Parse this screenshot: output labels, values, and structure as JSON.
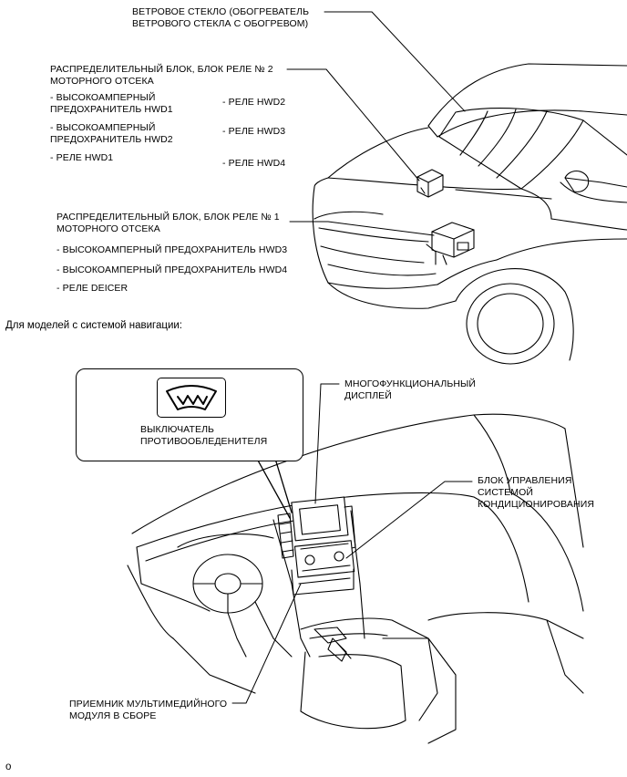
{
  "top": {
    "windshield": {
      "line1": "ВЕТРОВОЕ СТЕКЛО (ОБОГРЕВАТЕЛЬ",
      "line2": "ВЕТРОВОГО СТЕКЛА С ОБОГРЕВОМ)"
    },
    "block2": {
      "title1": "РАСПРЕДЕЛИТЕЛЬНЫЙ БЛОК, БЛОК РЕЛЕ № 2",
      "title2": "МОТОРНОГО ОТСЕКА",
      "left_items": [
        {
          "line1": "- ВЫСОКОАМПЕРНЫЙ",
          "line2": "ПРЕДОХРАНИТЕЛЬ HWD1"
        },
        {
          "line1": "- ВЫСОКОАМПЕРНЫЙ",
          "line2": "ПРЕДОХРАНИТЕЛЬ HWD2"
        },
        {
          "line1": "- РЕЛЕ HWD1",
          "line2": ""
        }
      ],
      "right_items": [
        "- РЕЛЕ HWD2",
        "- РЕЛЕ HWD3",
        "- РЕЛЕ HWD4"
      ]
    },
    "block1": {
      "title1": "РАСПРЕДЕЛИТЕЛЬНЫЙ БЛОК, БЛОК РЕЛЕ № 1",
      "title2": "МОТОРНОГО ОТСЕКА",
      "items": [
        "- ВЫСОКОАМПЕРНЫЙ ПРЕДОХРАНИТЕЛЬ HWD3",
        "- ВЫСОКОАМПЕРНЫЙ ПРЕДОХРАНИТЕЛЬ HWD4",
        "- РЕЛЕ DEICER"
      ]
    }
  },
  "section_title": "Для моделей с системой навигации:",
  "bottom": {
    "switch": {
      "line1": "ВЫКЛЮЧАТЕЛЬ",
      "line2": "ПРОТИВООБЛЕДЕНИТЕЛЯ"
    },
    "display": {
      "line1": "МНОГОФУНКЦИОНАЛЬНЫЙ",
      "line2": "ДИСПЛЕЙ"
    },
    "ac": {
      "line1": "БЛОК УПРАВЛЕНИЯ",
      "line2": "СИСТЕМОЙ",
      "line3": "КОНДИЦИОНИРОВАНИЯ"
    },
    "receiver": {
      "line1": "ПРИЕМНИК МУЛЬТИМЕДИЙНОГО",
      "line2": "МОДУЛЯ В СБОРЕ"
    }
  },
  "footer": "o",
  "icons": {
    "switch_icon": "windshield-deicer-icon"
  }
}
